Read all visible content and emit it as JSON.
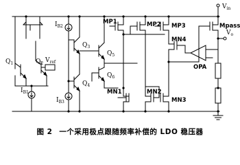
{
  "figure": {
    "caption_number": "图 2",
    "caption_text": "一个采用极点跟随频率补偿的 LDO 稳压器"
  },
  "labels": {
    "vin_main": "V",
    "vin_sub": "in",
    "vo_main": "V",
    "vo_sub": "o",
    "vref_main": "V",
    "vref_sub": "ref",
    "q1": "Q",
    "q1_sub": "1",
    "q2": "Q",
    "q2_sub": "2",
    "q3": "Q",
    "q3_sub": "3",
    "q4": "Q",
    "q4_sub": "4",
    "q5": "Q",
    "q5_sub": "5",
    "q6": "Q",
    "q6_sub": "6",
    "ib1": "I",
    "ib1_sub": "B1",
    "ib2": "I",
    "ib2_sub": "B2",
    "ib3": "I",
    "ib3_sub": "B3",
    "mp1": "MP1",
    "mp2": "MP2",
    "mp3": "MP3",
    "mn1": "MN1",
    "mn2": "MN2",
    "mn3": "MN3",
    "mn4": "MN4",
    "mpass": "Mpass",
    "opa": "OPA"
  }
}
